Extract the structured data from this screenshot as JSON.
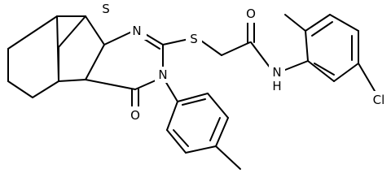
{
  "molecule": {
    "atoms": {
      "sulfur_thiophene": "S",
      "nitrogen_pyrimidine": "N",
      "sulfur_thioether": "S",
      "oxygen_amide": "O",
      "nitrogen_amide": "N",
      "hydrogen_amide": "H",
      "chlorine": "Cl",
      "oxygen_ketone": "O",
      "nitrogen_ring": "N"
    }
  }
}
